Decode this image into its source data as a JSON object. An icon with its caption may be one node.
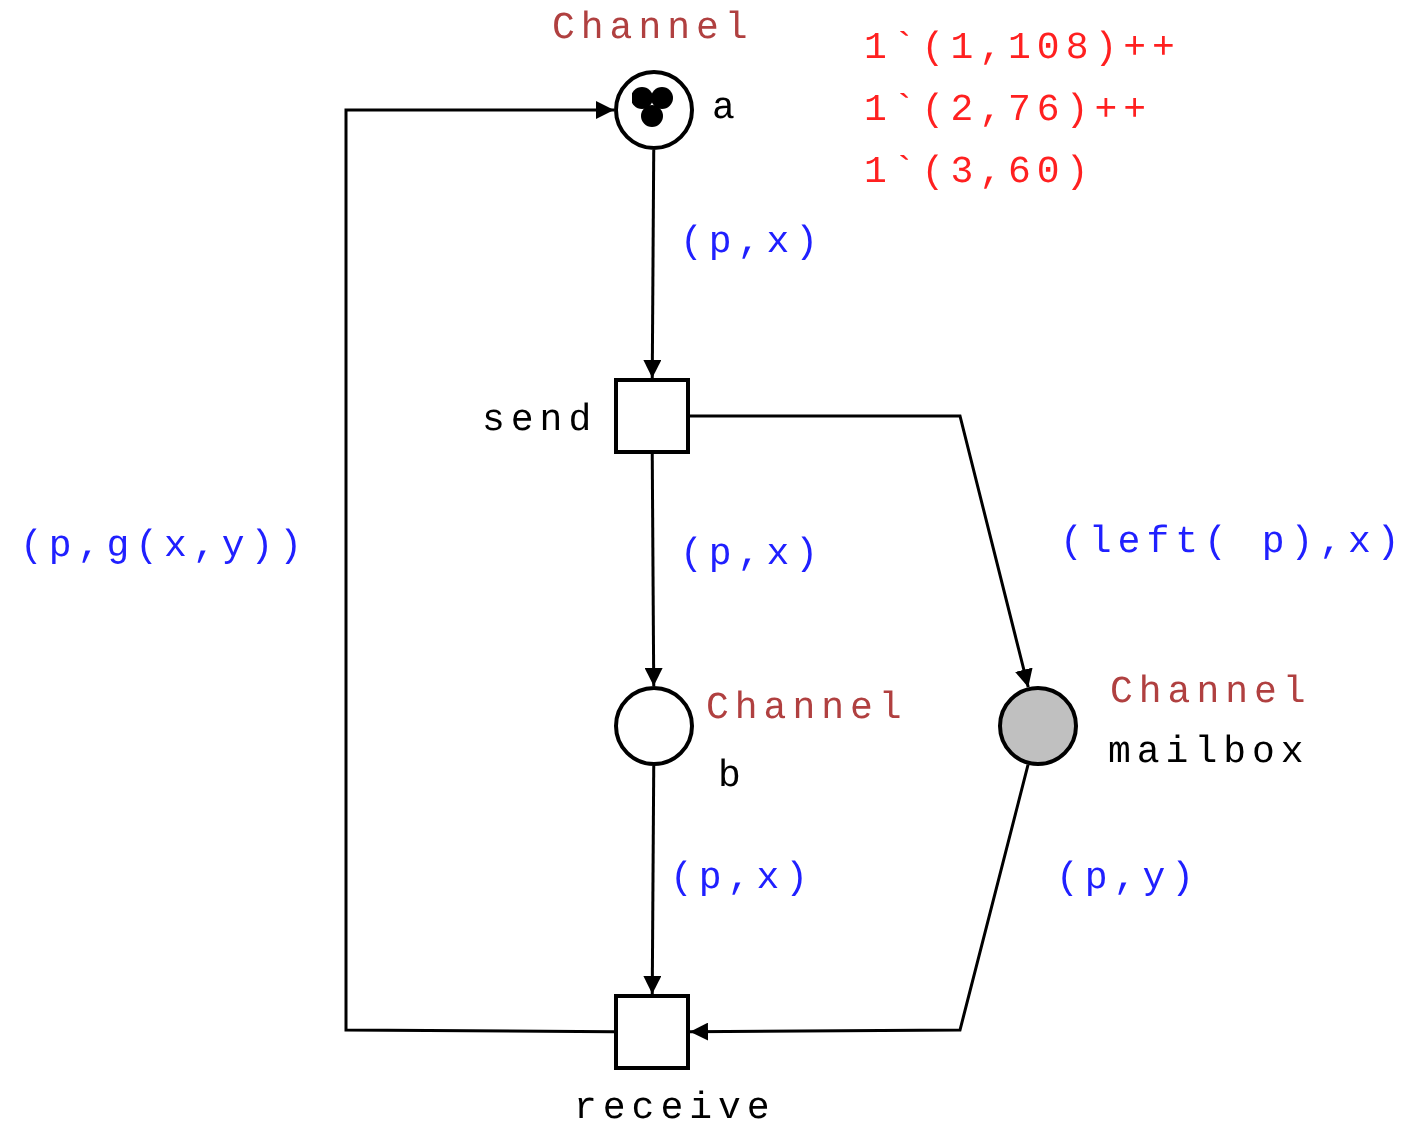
{
  "diagram": {
    "nodes": [
      {
        "text": [
          "Channel",
          "a"
        ]
      },
      {
        "text": [
          "send"
        ]
      },
      {
        "text": [
          "Channel",
          "b"
        ]
      },
      {
        "text": [
          "Channel",
          "mailbox"
        ]
      },
      {
        "text": [
          "receive"
        ]
      }
    ],
    "edges": [
      {
        "from": 0,
        "to": 1,
        "arrow": "to",
        "label": "(p,x)"
      },
      {
        "from": 1,
        "to": 2,
        "arrow": "to",
        "label": "(p,x)"
      },
      {
        "from": 1,
        "to": 3,
        "arrow": "to",
        "label": "(left( p),x)"
      },
      {
        "from": 2,
        "to": 4,
        "arrow": "to",
        "label": "(p,x)"
      },
      {
        "from": 3,
        "to": 4,
        "arrow": "to",
        "label": "(p,y)"
      },
      {
        "from": 4,
        "to": 0,
        "arrow": "to",
        "label": "(p,g(x,y))"
      }
    ],
    "labels": [
      "1`(1,108)++ 1`(2,76)++ 1`(3,60)"
    ]
  }
}
